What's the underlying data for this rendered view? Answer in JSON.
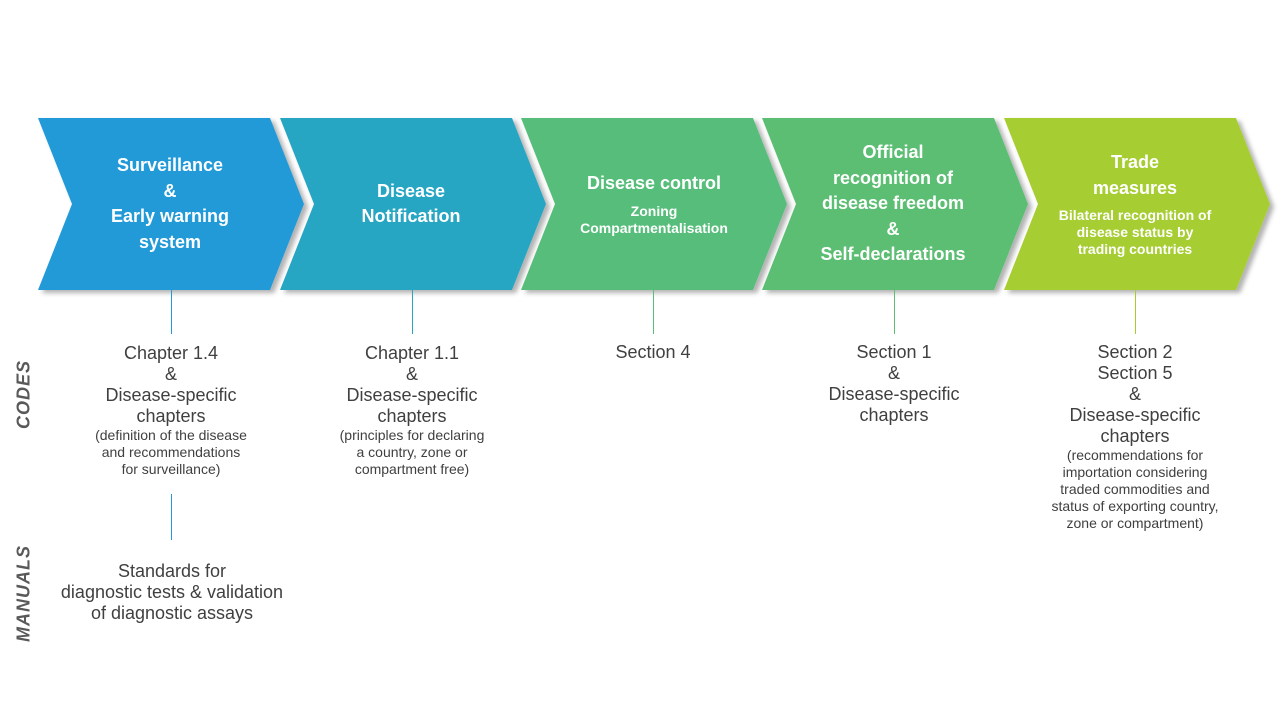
{
  "colors": {
    "surveillance": "#229ad8",
    "notification": "#27a6c2",
    "control": "#56be7a",
    "official": "#5bbe73",
    "trade": "#a6cd30",
    "text": "#404040",
    "rowlabel": "#595959"
  },
  "steps": [
    {
      "title": [
        "Surveillance",
        "&",
        "Early warning",
        "system"
      ],
      "subtitle": []
    },
    {
      "title": [
        "Disease",
        "Notification"
      ],
      "subtitle": []
    },
    {
      "title": [
        "Disease control"
      ],
      "subtitle": [
        "Zoning",
        "Compartmentalisation"
      ]
    },
    {
      "title": [
        "Official",
        "recognition of",
        "disease freedom",
        "&",
        "Self-declarations"
      ],
      "subtitle": []
    },
    {
      "title": [
        "Trade",
        "measures"
      ],
      "subtitle": [
        "Bilateral recognition of",
        "disease status by",
        "trading countries"
      ]
    }
  ],
  "row_labels": {
    "codes": "CODES",
    "manuals": "MANUALS"
  },
  "codes": [
    {
      "main": [
        "Chapter 1.4",
        "&",
        "Disease-specific",
        "chapters"
      ],
      "note": [
        "(definition of the disease",
        "and recommendations",
        "for surveillance)"
      ]
    },
    {
      "main": [
        "Chapter 1.1",
        "&",
        "Disease-specific",
        "chapters"
      ],
      "note": [
        "(principles for declaring",
        "a country, zone or",
        "compartment free)"
      ]
    },
    {
      "main": [
        "Section 4"
      ],
      "note": []
    },
    {
      "main": [
        "Section 1",
        "&",
        "Disease-specific",
        "chapters"
      ],
      "note": []
    },
    {
      "main": [
        "Section 2",
        "Section 5",
        "&",
        "Disease-specific",
        "chapters"
      ],
      "note": [
        "(recommendations for",
        "importation considering",
        "traded commodities and",
        "status of exporting country,",
        "zone or compartment)"
      ]
    }
  ],
  "manuals": [
    {
      "main": [
        "Standards for",
        "diagnostic tests & validation",
        "of diagnostic assays"
      ]
    }
  ]
}
